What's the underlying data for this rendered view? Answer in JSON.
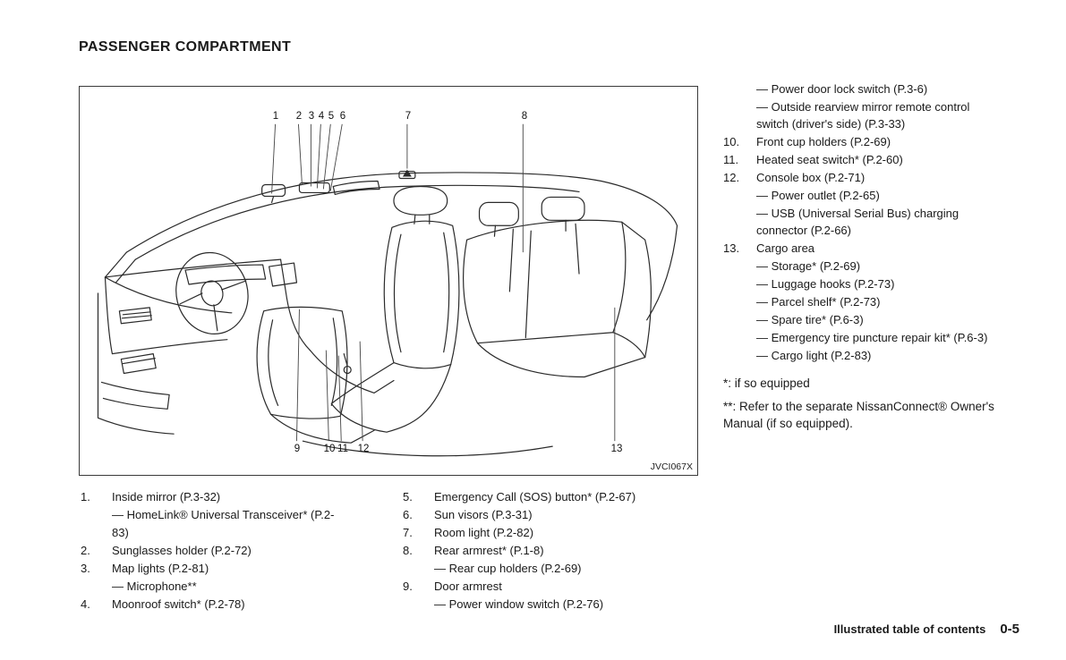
{
  "page": {
    "title": "PASSENGER COMPARTMENT",
    "footer": {
      "section": "Illustrated table of contents",
      "page_number": "0-5"
    }
  },
  "colors": {
    "ink": "#1a1a1a",
    "background": "#ffffff"
  },
  "diagram": {
    "image_code": "JVCI067X",
    "callouts": [
      "1",
      "2",
      "3",
      "4",
      "5",
      "6",
      "7",
      "8",
      "9",
      "10",
      "11",
      "12",
      "13"
    ]
  },
  "right_column": {
    "entries": [
      {
        "type": "sub",
        "text": "— Power door lock switch (P.3-6)"
      },
      {
        "type": "sub",
        "text": "— Outside rearview mirror remote control switch (driver's side) (P.3-33)"
      },
      {
        "type": "item",
        "num": "10.",
        "text": "Front cup holders (P.2-69)"
      },
      {
        "type": "item",
        "num": "11.",
        "text": "Heated seat switch* (P.2-60)"
      },
      {
        "type": "item",
        "num": "12.",
        "text": "Console box (P.2-71)"
      },
      {
        "type": "sub",
        "text": "— Power outlet (P.2-65)"
      },
      {
        "type": "sub",
        "text": "— USB (Universal Serial Bus) charging connector (P.2-66)"
      },
      {
        "type": "item",
        "num": "13.",
        "text": "Cargo area"
      },
      {
        "type": "sub",
        "text": "— Storage* (P.2-69)"
      },
      {
        "type": "sub",
        "text": "— Luggage hooks (P.2-73)"
      },
      {
        "type": "sub",
        "text": "— Parcel shelf* (P.2-73)"
      },
      {
        "type": "sub",
        "text": "— Spare tire* (P.6-3)"
      },
      {
        "type": "sub",
        "text": "— Emergency tire puncture repair kit* (P.6-3)"
      },
      {
        "type": "sub",
        "text": "— Cargo light (P.2-83)"
      }
    ],
    "notes": [
      "*: if so equipped",
      "**: Refer to the separate NissanConnect® Owner's Manual (if so equipped)."
    ]
  },
  "list_left": {
    "entries": [
      {
        "type": "item",
        "num": "1.",
        "text": "Inside mirror (P.3-32)"
      },
      {
        "type": "sub",
        "text": "— HomeLink® Universal Transceiver* (P.2-83)"
      },
      {
        "type": "item",
        "num": "2.",
        "text": "Sunglasses holder (P.2-72)"
      },
      {
        "type": "item",
        "num": "3.",
        "text": "Map lights (P.2-81)"
      },
      {
        "type": "sub",
        "text": "— Microphone**"
      },
      {
        "type": "item",
        "num": "4.",
        "text": "Moonroof switch* (P.2-78)"
      }
    ]
  },
  "list_middle": {
    "entries": [
      {
        "type": "item",
        "num": "5.",
        "text": "Emergency Call (SOS) button* (P.2-67)"
      },
      {
        "type": "item",
        "num": "6.",
        "text": "Sun visors (P.3-31)"
      },
      {
        "type": "item",
        "num": "7.",
        "text": "Room light (P.2-82)"
      },
      {
        "type": "item",
        "num": "8.",
        "text": "Rear armrest* (P.1-8)"
      },
      {
        "type": "sub",
        "text": "— Rear cup holders (P.2-69)"
      },
      {
        "type": "item",
        "num": "9.",
        "text": "Door armrest"
      },
      {
        "type": "sub",
        "text": "— Power window switch (P.2-76)"
      }
    ]
  }
}
